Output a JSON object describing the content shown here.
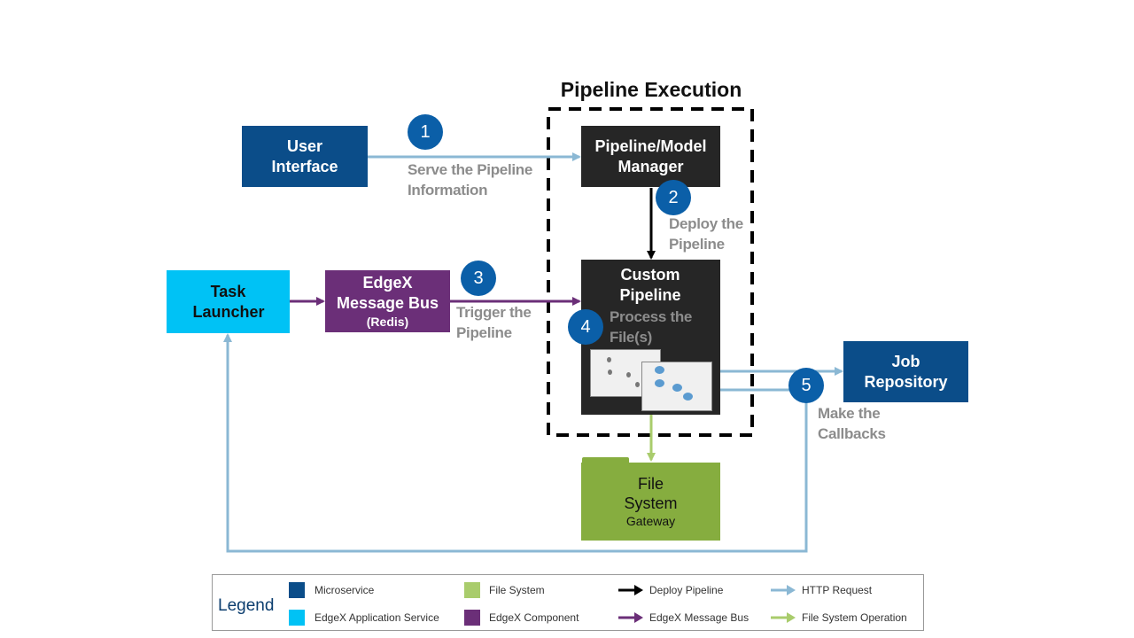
{
  "title": "Pipeline Execution",
  "colors": {
    "microservice": "#0b4d89",
    "app_service": "#00c2f5",
    "component": "#6b2f78",
    "file_system": "#86ad3f",
    "pipeline_box": "#262626",
    "deploy_arrow": "#000000",
    "bus_arrow": "#6b2f78",
    "http_arrow": "#8bb8d4",
    "fs_arrow": "#a9cc6c",
    "badge": "#0b5fa8"
  },
  "nodes": {
    "user_interface": "User Interface",
    "pipeline_manager": "Pipeline/Model Manager",
    "task_launcher": "Task Launcher",
    "message_bus": {
      "name": "EdgeX Message Bus",
      "sub": "(Redis)"
    },
    "custom_pipeline": "Custom Pipeline",
    "job_repository": "Job Repository",
    "file_system": {
      "name": "File System",
      "sub": "Gateway"
    }
  },
  "steps": [
    {
      "number": "1",
      "label": "Serve the Pipeline Information"
    },
    {
      "number": "2",
      "label": "Deploy the Pipeline"
    },
    {
      "number": "3",
      "label": "Trigger the Pipeline"
    },
    {
      "number": "4",
      "label": "Process the File(s)"
    },
    {
      "number": "5",
      "label": "Make the Callbacks"
    }
  ],
  "legend": {
    "title": "Legend",
    "items": [
      {
        "label": "Microservice",
        "kind": "box",
        "color": "#0b4d89"
      },
      {
        "label": "EdgeX Application Service",
        "kind": "box",
        "color": "#00c2f5"
      },
      {
        "label": "File System",
        "kind": "box",
        "color": "#a9cc6c"
      },
      {
        "label": "EdgeX Component",
        "kind": "box",
        "color": "#6b2f78"
      },
      {
        "label": "Deploy Pipeline",
        "kind": "arrow",
        "color": "#000000"
      },
      {
        "label": "EdgeX Message Bus",
        "kind": "arrow",
        "color": "#6b2f78"
      },
      {
        "label": "HTTP Request",
        "kind": "arrow",
        "color": "#8bb8d4"
      },
      {
        "label": "File System Operation",
        "kind": "arrow",
        "color": "#a9cc6c"
      }
    ]
  }
}
